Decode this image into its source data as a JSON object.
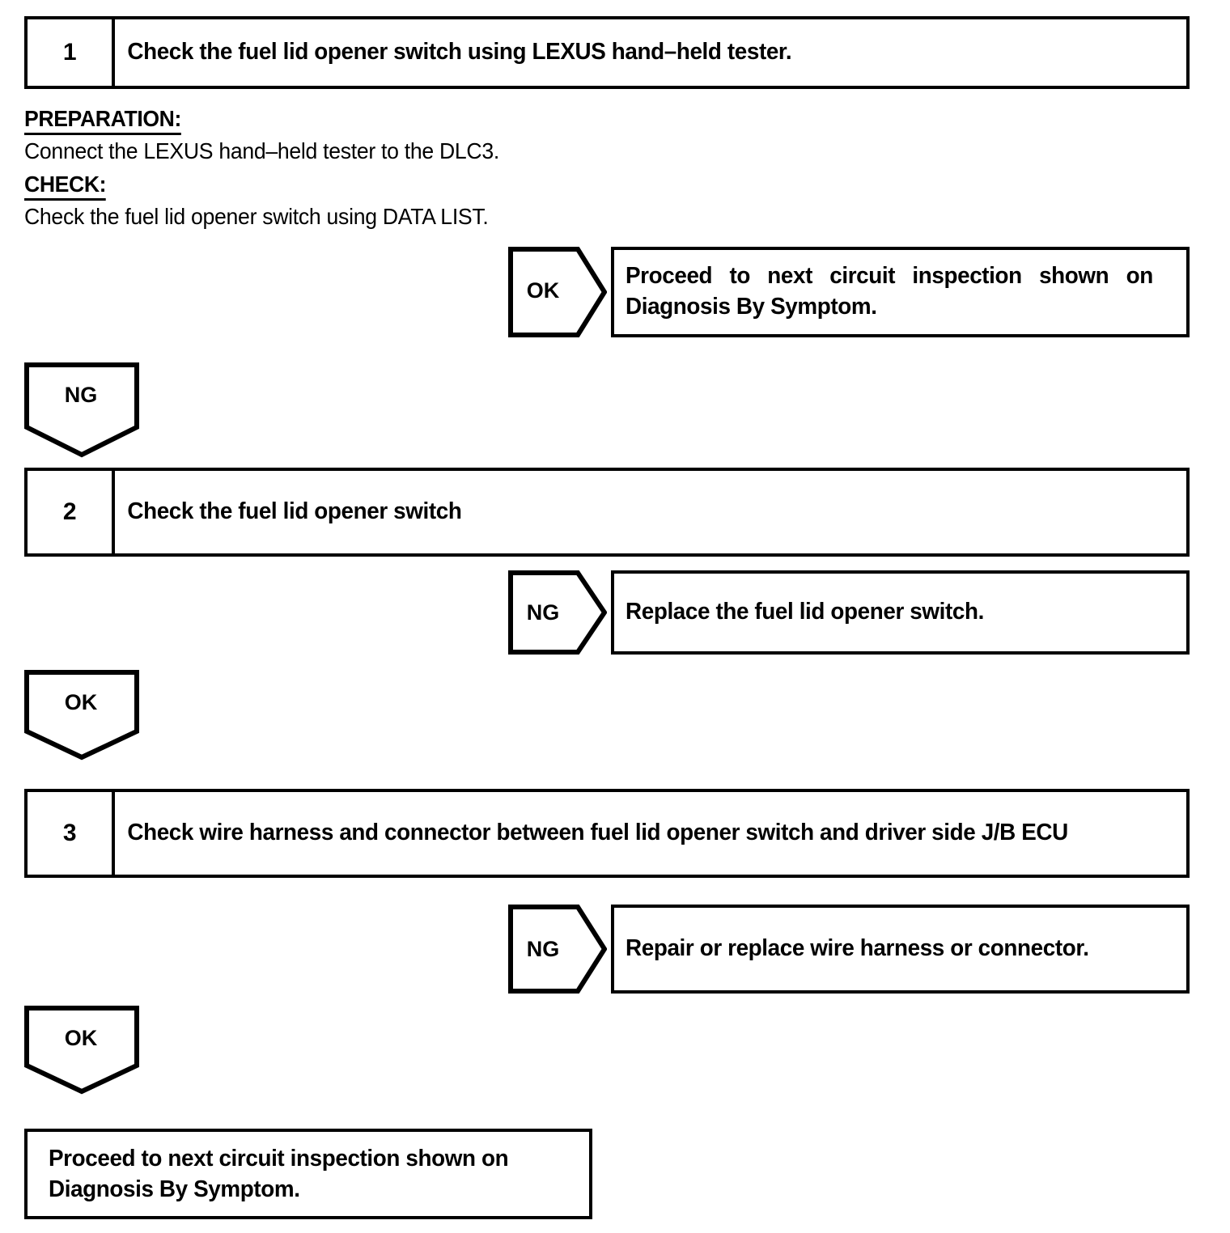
{
  "document": {
    "type": "diagnostic-flowchart",
    "title": "Fuel lid opener switch circuit inspection"
  },
  "steps": [
    {
      "number": "1",
      "text": "Check the fuel lid opener switch using LEXUS hand–held tester."
    },
    {
      "number": "2",
      "text": "Check the fuel lid opener switch"
    },
    {
      "number": "3",
      "text": "Check wire harness and connector between fuel lid opener switch and driver side J/B ECU"
    }
  ],
  "procedure": {
    "preparation_label": "PREPARATION:",
    "preparation_text": "Connect the LEXUS hand–held tester to the DLC3.",
    "check_label": "CHECK:",
    "check_text": "Check the fuel lid opener switch using DATA LIST."
  },
  "results": [
    {
      "judgement": "OK",
      "line1": "Proceed to next circuit inspection shown on",
      "line2": "Diagnosis By Symptom."
    },
    {
      "judgement": "NG",
      "line1": "Replace the fuel lid opener switch.",
      "line2": ""
    },
    {
      "judgement": "NG",
      "line1": "Repair or replace wire harness or connector.",
      "line2": ""
    }
  ],
  "connectors": [
    {
      "judgement": "NG"
    },
    {
      "judgement": "OK"
    },
    {
      "judgement": "OK"
    }
  ],
  "final": {
    "line1": "Proceed to next circuit inspection shown on",
    "line2": "Diagnosis By Symptom."
  },
  "colors": {
    "line": "#000000",
    "background": "#ffffff",
    "text": "#000000"
  }
}
